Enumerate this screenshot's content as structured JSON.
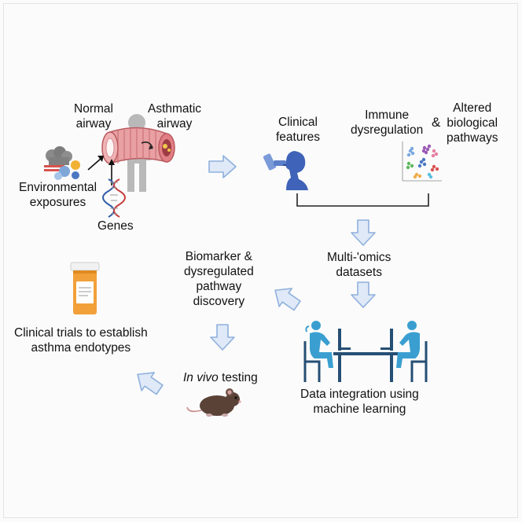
{
  "labels": {
    "normal_airway": "Normal\nairway",
    "asthmatic_airway": "Asthmatic\nairway",
    "environmental_exposures": "Environmental\nexposures",
    "genes": "Genes",
    "clinical_features": "Clinical\nfeatures",
    "immune_dysregulation": "Immune\ndysregulation",
    "ampersand": "&",
    "altered_pathways": "Altered\nbiological\npathways",
    "multiomics": "Multi-'omics\ndatasets",
    "biomarker_discovery": "Biomarker &\ndysregulated\npathway\ndiscovery",
    "clinical_trials": "Clinical trials to establish\nasthma endotypes",
    "in_vivo_italic": "In vivo",
    "in_vivo_rest": " testing",
    "data_integration": "Data integration using\nmachine learning"
  },
  "colors": {
    "arrow_fill": "#dfe9f7",
    "arrow_stroke": "#8fb0dd",
    "person_gray": "#b9b9b9",
    "airway_pink": "#e9a0a2",
    "airway_dark": "#b95a5f",
    "clinical_blue": "#3f63b8",
    "workstation_blue": "#264f74",
    "workstation_cyan": "#3a9fd0",
    "pill_orange": "#f2a03a",
    "mouse_brown": "#5a4237"
  },
  "icons": {
    "flow": "block-arrow-icon",
    "person": "person-silhouette-icon",
    "airway": "airway-tube-icon",
    "dna": "dna-helix-icon",
    "pollution": "pollution-cloud-icon",
    "inhaler": "inhaler-patient-icon",
    "scatter": "tsne-scatter-icon",
    "pill": "pill-bottle-icon",
    "mouse": "mouse-icon",
    "workstation": "data-scientists-icon"
  }
}
